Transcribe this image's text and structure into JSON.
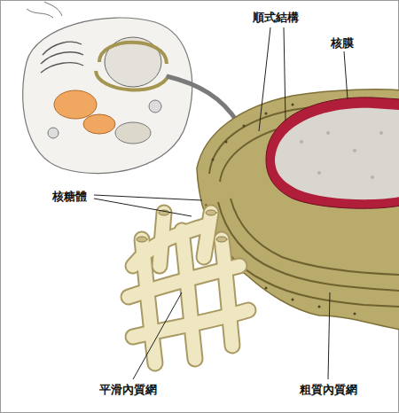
{
  "diagram": {
    "labels": [
      "順式結構",
      "核膜",
      "核糖體",
      "平滑內質網",
      "粗質內質網"
    ]
  }
}
